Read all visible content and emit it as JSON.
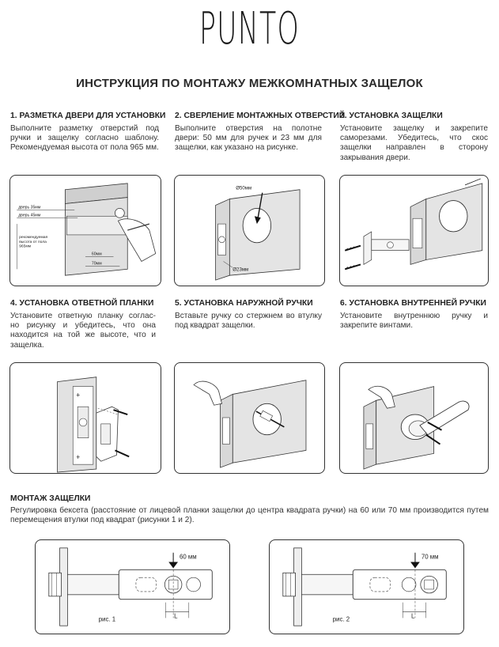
{
  "brand": "PUNTO",
  "title": "ИНСТРУКЦИЯ ПО МОНТАЖУ МЕЖКОМНАТНЫХ ЗАЩЕЛОК",
  "steps": [
    {
      "title": "1. РАЗМЕТКА ДВЕРИ ДЛЯ УСТАНОВКИ",
      "text": "Выполните разметку отверстий под ручки и защелку согласно шаблону. Рекомендуемая высота от пола 965 мм.",
      "labels": {
        "door35": "дверь 35мм",
        "door45": "дверь 45мм",
        "height1": "рекомендуемая",
        "height2": "высота от пола",
        "height3": "965мм",
        "mm60": "60мм",
        "mm70": "70мм"
      }
    },
    {
      "title": "2. СВЕРЛЕНИЕ МОНТАЖНЫХ ОТВЕРСТИЙ",
      "text": "Выполните отверстия на полотне двери: 50 мм для ручек и 23 мм для защелки, как указано на рисунке.",
      "labels": {
        "d50": "Ø50мм",
        "d23": "Ø23мм"
      }
    },
    {
      "title": "3. УСТАНОВКА ЗАЩЕЛКИ",
      "text": "Установите защелку и закрепите саморезами. Убедитесь, что скос защелки направлен в сторону закрывания двери."
    },
    {
      "title": "4. УСТАНОВКА ОТВЕТНОЙ ПЛАНКИ",
      "text": "Установите ответную планку соглас- но рисунку и убедитесь, что она находится на той же высоте, что и защелка."
    },
    {
      "title": "5. УСТАНОВКА НАРУЖНОЙ РУЧКИ",
      "text": "Вставьте ручку со стержнем во втулку под квадрат защелки."
    },
    {
      "title": "6. УСТАНОВКА ВНУТРЕННЕЙ РУЧКИ",
      "text": "Установите внутреннюю ручку и закрепите винтами."
    }
  ],
  "mounting": {
    "title": "МОНТАЖ ЗАЩЕЛКИ",
    "text": "Регулировка бексета (расстояние от лицевой планки защелки до центра квадрата ручки) на 60 или 70 мм производится путем перемещения втулки под квадрат (рисунки 1 и 2).",
    "fig1": {
      "caption": "рис. 1",
      "dimension": "60 мм",
      "marker": "L"
    },
    "fig2": {
      "caption": "рис. 2",
      "dimension": "70 мм",
      "marker": "L"
    }
  }
}
